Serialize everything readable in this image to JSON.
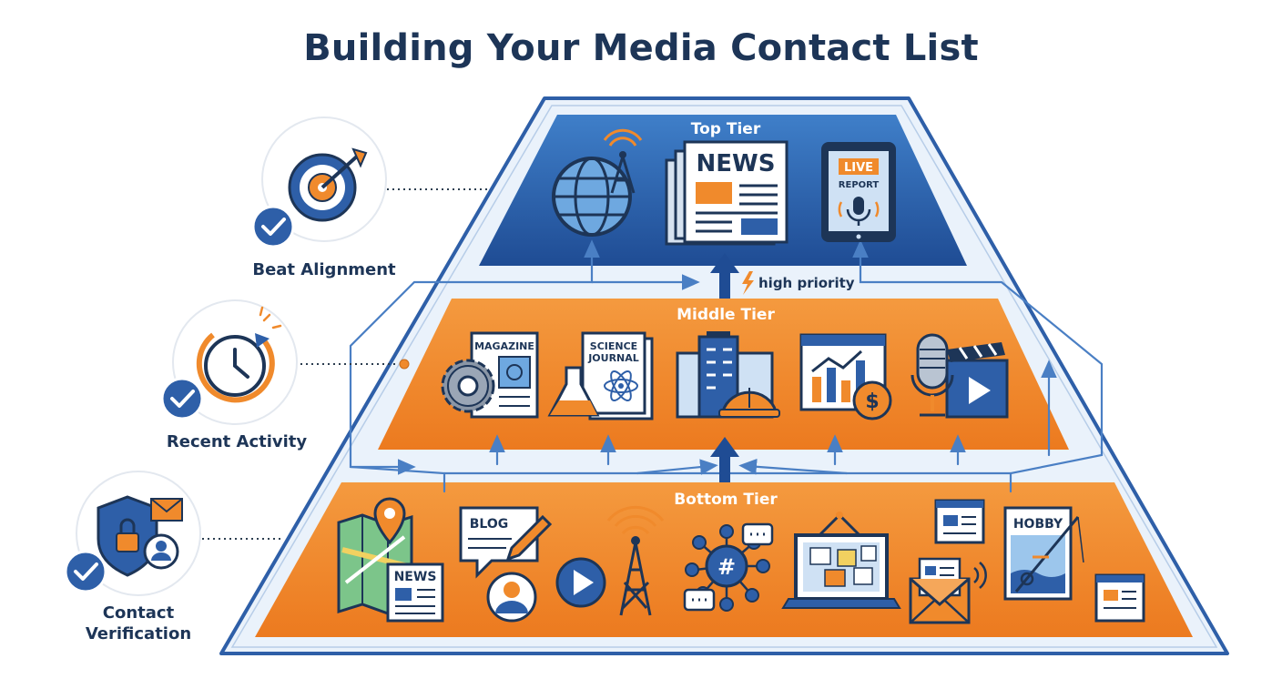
{
  "title": "Building Your Media Contact List",
  "tiers": {
    "top": {
      "label": "Top Tier"
    },
    "middle": {
      "label": "Middle Tier"
    },
    "bottom": {
      "label": "Bottom Tier"
    }
  },
  "priority_note": "high priority",
  "criteria": [
    {
      "label": "Beat Alignment",
      "icon": "target-icon"
    },
    {
      "label": "Recent Activity",
      "icon": "clock-refresh-icon"
    },
    {
      "label": "Contact Verification",
      "icon": "shield-lock-icon"
    }
  ],
  "icon_texts": {
    "news": "NEWS",
    "live": "LIVE",
    "report": "REPORT",
    "magazine": "MAGAZINE",
    "science": "SCIENCE",
    "journal": "JOURNAL",
    "dollar": "$",
    "blog": "BLOG",
    "local_news": "NEWS",
    "hashtag": "#",
    "hobby": "HOBBY"
  },
  "colors": {
    "navy": "#1d3557",
    "blue": "#2e5fa8",
    "orange": "#f08a2c",
    "light_blue": "#e9f1fa"
  }
}
